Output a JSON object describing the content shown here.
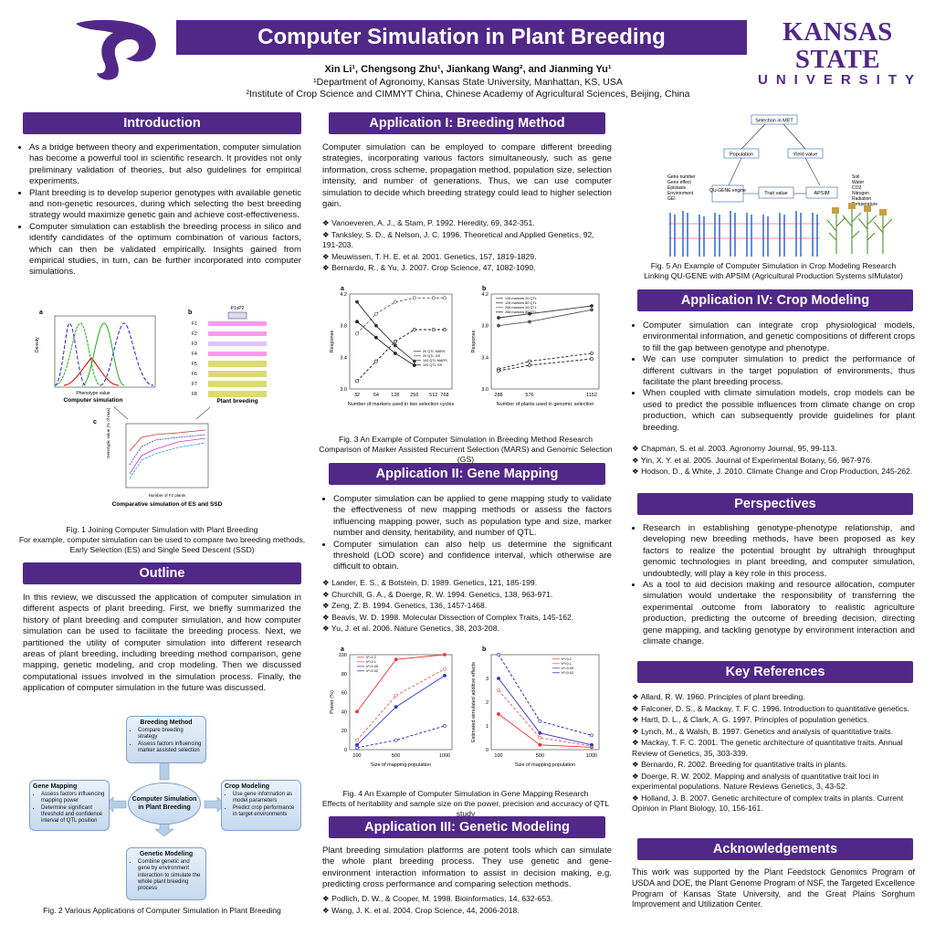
{
  "header": {
    "title": "Computer Simulation in Plant Breeding",
    "authors": "Xin Li¹, Chengsong Zhu¹, Jiankang Wang², and Jianming Yu¹",
    "affil1": "¹Department of Agronomy, Kansas State University, Manhattan, KS, USA",
    "affil2": "²Institute of Crop Science and CIMMYT China, Chinese Academy of Agricultural Sciences, Beijing, China",
    "logo_line1": "KANSAS STATE",
    "logo_line2": "UNIVERSITY"
  },
  "colors": {
    "brand_purple": "#512888",
    "box_blue": "#c5d9ef"
  },
  "introduction": {
    "heading": "Introduction",
    "bullets": [
      "As a bridge between theory and experimentation, computer simulation has become a powerful tool in scientific research. It provides not only preliminary validation of theories, but also guidelines for empirical experiments.",
      "Plant breeding is to develop superior genotypes with available genetic and non-genetic resources, during which selecting the best breeding strategy would maximize genetic gain and achieve cost-effectiveness.",
      "Computer simulation can establish the breeding process in silico and identify candidates of the optimum combination of various factors, which can then be validated empirically. Insights gained from empirical studies, in turn, can be further incorporated into computer simulations."
    ],
    "fig1_a_label": "a",
    "fig1_b_label": "b",
    "fig1_c_label": "c",
    "fig1_a_caption": "Computer simulation",
    "fig1_b_caption": "Plant breeding",
    "fig1_c_caption": "Comparative simulation of ES and SSD",
    "fig1_caption_title": "Fig. 1 Joining Computer Simulation with Plant Breeding",
    "fig1_caption_body": "For example, computer simulation can be used to compare two breeding methods, Early Selection (ES) and Single Seed Descent (SSD)",
    "fig1a_ylabel": "Density",
    "fig1a_xlabel": "Phenotype value",
    "fig1b_parent": "P1xP2",
    "fig1b_gens": [
      "F1",
      "F2",
      "F3",
      "F4",
      "F5",
      "F6",
      "F7",
      "F8"
    ],
    "fig1c_xlabel": "Number of F2 plants",
    "fig1c_ylabel": "Genotypic value (% of max)"
  },
  "outline": {
    "heading": "Outline",
    "text": "In this review, we discussed the application of computer simulation in different aspects of plant breeding. First, we briefly summarized the history of plant breeding and computer simulation, and how computer simulation can be used to facilitate the breeding process. Next, we partitioned the utility of computer simulation into different research areas of plant breeding, including breeding method comparison, gene mapping, genetic modeling, and crop modeling. Then we discussed computational issues involved in the simulation process. Finally, the application of computer simulation in the future was discussed.",
    "fig2_center": "Computer Simulation in Plant Breeding",
    "fig2_top_title": "Breeding Method",
    "fig2_top_items": [
      "Compare breeding strategy",
      "Assess factors influencing marker assisted selection"
    ],
    "fig2_left_title": "Gene Mapping",
    "fig2_left_items": [
      "Assess factors influencing mapping power",
      "Determine significant threshold and confidence interval of QTL position"
    ],
    "fig2_right_title": "Crop Modeling",
    "fig2_right_items": [
      "Use gene information as model parameters",
      "Predict crop performance in target environments"
    ],
    "fig2_bottom_title": "Genetic Modeling",
    "fig2_bottom_items": [
      "Combine genetic and gene by environment interaction to simulate the whole plant breeding process"
    ],
    "fig2_caption": "Fig. 2 Various Applications of Computer Simulation in Plant Breeding"
  },
  "app1": {
    "heading": "Application I: Breeding Method",
    "text": "Computer simulation can be employed to compare different breeding strategies, incorporating various factors simultaneously, such as gene information, cross scheme, propagation method, population size, selection intensity, and number of generations. Thus, we can use computer simulation to decide which breeding strategy could lead to higher selection gain.",
    "refs": [
      "❖ Vanoeveren, A. J., & Stam, P. 1992. Heredity, 69, 342-351.",
      "❖ Tanksley, S. D., & Nelson, J. C. 1996. Theoretical and Applied Genetics, 92, 191-203.",
      "❖ Meuwissen, T. H. E. et al. 2001. Genetics, 157, 1819-1829.",
      "❖ Bernardo, R., & Yu, J. 2007. Crop Science, 47, 1082-1090."
    ],
    "fig3_caption_title": "Fig. 3 An Example of Computer Simulation in Breeding Method Research",
    "fig3_caption_body": "Comparison of Marker Assisted Recurrent Selection (MARS) and Genomic Selection (GS)"
  },
  "app2": {
    "heading": "Application II: Gene Mapping",
    "bullets": [
      "Computer simulation can be applied to gene mapping study to validate the effectiveness of new mapping methods or assess the factors influencing mapping power, such as population type and size, marker number and density, heritability, and number of QTL.",
      "Computer simulation can also help us determine the significant threshold (LOD score) and confidence interval, which otherwise are difficult to obtain."
    ],
    "refs": [
      "❖ Lander, E. S., & Botstein, D. 1989. Genetics, 121, 185-199.",
      "❖ Churchill, G. A., & Doerge, R. W. 1994. Genetics, 138, 963-971.",
      "❖ Zeng, Z. B. 1994. Genetics, 136, 1457-1468.",
      "❖ Beavis, W. D. 1998. Molecular Dissection of Complex Traits, 145-162.",
      "❖ Yu, J. et al. 2006. Nature Genetics, 38, 203-208."
    ],
    "fig4_caption_title": "Fig. 4 An Example of Computer Simulation in Gene Mapping Research",
    "fig4_caption_body": "Effects of heritability and sample size on the power, precision and accuracy of QTL study"
  },
  "app3": {
    "heading": "Application III: Genetic Modeling",
    "text": "Plant breeding simulation platforms are potent tools which can simulate the whole plant breeding process. They use genetic and gene-environment interaction information to assist in decision making, e.g. predicting cross performance and comparing selection methods.",
    "refs": [
      "❖ Podlich, D. W., & Cooper, M. 1998. Bioinformatics, 14, 632-653.",
      "❖ Wang, J. K. et al. 2004. Crop Science, 44, 2006-2018."
    ]
  },
  "fig5": {
    "selection": "Selection in MET",
    "population": "Population",
    "yield": "Yield value",
    "left_list": "Gene number\nGene effect\nEpistasis\nEnvironment\nGEI",
    "engine": "QU-GENE engine",
    "trait": "Trait value",
    "apsim": "APSIM",
    "right_list": "Soil\nWater\nCO2\nNitrogen\nRadiation\nTemperature",
    "caption_title": "Fig. 5 An Example of Computer Simulation in Crop Modeling Research",
    "caption_body": "Linking QU-GENE with APSIM (Agricultural Production Systems sIMulator)"
  },
  "app4": {
    "heading": "Application IV: Crop Modeling",
    "bullets": [
      "Computer simulation can integrate crop physiological models, environmental information, and genetic compositions of different crops to fill the gap between genotype and phenotype.",
      "We can use computer simulation to predict the performance of different cultivars in the target population of environments, thus facilitate the plant breeding process.",
      "When coupled with climate simulation models, crop models can be used to predict the possible influences from climate change on crop production, which can subsequently provide guidelines for plant breeding."
    ],
    "refs": [
      "❖ Chapman, S. et al. 2003. Agronomy Journal, 95, 99-113.",
      "❖ Yin, X. Y. et al. 2005. Journal of Experimental Botany, 56, 967-976.",
      "❖ Hodson, D., & White, J. 2010. Climate Change and Crop Production, 245-262."
    ]
  },
  "perspectives": {
    "heading": "Perspectives",
    "bullets": [
      "Research in establishing genotype-phenotype relationship, and developing new breeding methods, have been proposed as key factors to realize the potential brought by ultrahigh throughput genomic technologies in plant breeding, and computer simulation, undoubtedly, will play a key role in this process.",
      "As a tool to aid decision making and resource allocation, computer simulation would undertake the responsibility of transferring the experimental outcome from laboratory to realistic agriculture production, predicting the outcome of breeding decision, directing gene mapping, and tackling genotype by environment interaction and climate change."
    ]
  },
  "key_refs": {
    "heading": "Key References",
    "items": [
      "❖ Allard, R. W. 1960. Principles of plant breeding.",
      "❖ Falconer, D. S., & Mackay, T. F. C. 1996. Introduction to quantitative genetics.",
      "❖ Hartl, D. L., & Clark, A. G. 1997. Principles of population genetics.",
      "❖ Lynch, M., & Walsh, B. 1997. Genetics and analysis of quantitative traits.",
      "❖ Mackay, T. F. C. 2001. The genetic architecture of quantitative traits. Annual Review of Genetics, 35, 303-339.",
      "❖ Bernardo, R. 2002. Breeding for quantitative traits in plants.",
      "❖ Doerge, R. W. 2002. Mapping and analysis of quantitative trait loci in experimental populations. Nature Reviews Genetics, 3, 43-52.",
      "❖ Holland, J. B. 2007. Genetic architecture of complex traits in plants. Current Opinion in Plant Biology, 10, 156-161."
    ]
  },
  "ack": {
    "heading": "Acknowledgements",
    "text": "This work was supported by the Plant Feedstock Genomics Program of USDA and DOE, the Plant Genome Program of NSF, the Targeted Excellence Program of Kansas State University, and the Great Plains Sorghum Improvement and Utilization Center."
  },
  "chart_data": [
    {
      "type": "line",
      "panel": "a",
      "figure": "Fig. 3",
      "x": [
        32,
        64,
        128,
        256,
        512,
        768
      ],
      "xlabel": "Number of markers used in two selection cycles",
      "ylabel": "Response",
      "ylim": [
        3.0,
        4.2
      ],
      "yticks": [
        "3.0",
        "3.4",
        "3.8",
        "4.2"
      ],
      "series": [
        {
          "name": "20 QTL MARS",
          "values": [
            3.85,
            3.65,
            3.45,
            3.3,
            null,
            null
          ]
        },
        {
          "name": "20 QTL GS",
          "values": [
            3.7,
            3.95,
            4.1,
            4.15,
            4.15,
            4.15
          ]
        },
        {
          "name": "100 QTL MARS",
          "values": [
            4.1,
            3.8,
            3.55,
            3.35,
            null,
            null
          ]
        },
        {
          "name": "100 QTL GS",
          "values": [
            3.1,
            3.35,
            3.6,
            3.75,
            3.75,
            3.75
          ]
        }
      ]
    },
    {
      "type": "line",
      "panel": "b",
      "figure": "Fig. 3",
      "x": [
        288,
        576,
        1152
      ],
      "xlabel": "Number of plants used in genomic selection",
      "ylabel": "Response",
      "ylim": [
        3.0,
        4.2
      ],
      "yticks": [
        "3.0",
        "3.4",
        "3.8",
        "4.2"
      ],
      "series": [
        {
          "name": "128 markers 20 QTL",
          "values": [
            3.9,
            3.95,
            4.05
          ]
        },
        {
          "name": "128 markers 80 QTL",
          "values": [
            3.25,
            3.35,
            3.45
          ]
        },
        {
          "name": "256 markers 20 QTL",
          "values": [
            3.8,
            3.85,
            4.0
          ]
        },
        {
          "name": "256 markers 80 QTL",
          "values": [
            3.23,
            3.3,
            3.38
          ]
        }
      ]
    },
    {
      "type": "line",
      "panel": "a",
      "figure": "Fig. 4",
      "x": [
        100,
        500,
        1000
      ],
      "xlabel": "Size of mapping population",
      "ylabel": "Power (%)",
      "ylim": [
        0,
        100
      ],
      "yticks": [
        "0",
        "20",
        "40",
        "60",
        "80",
        "100"
      ],
      "series": [
        {
          "name": "h²=0.2",
          "values": [
            40,
            95,
            100
          ]
        },
        {
          "name": "h²=0.1",
          "values": [
            10,
            57,
            85
          ]
        },
        {
          "name": "h²=0.05",
          "values": [
            5,
            45,
            78
          ]
        },
        {
          "name": "h²=0.02",
          "values": [
            2,
            10,
            25
          ]
        }
      ]
    },
    {
      "type": "line",
      "panel": "b",
      "figure": "Fig. 4",
      "x": [
        100,
        500,
        1000
      ],
      "xlabel": "Size of mapping population",
      "ylabel": "Estimated-simulated additive effects",
      "ylim": [
        0,
        4
      ],
      "yticks": [
        "0",
        "1",
        "2",
        "3"
      ],
      "series": [
        {
          "name": "h²=0.2",
          "values": [
            1.5,
            0.2,
            0.1
          ]
        },
        {
          "name": "h²=0.1",
          "values": [
            2.5,
            0.5,
            0.15
          ]
        },
        {
          "name": "h²=0.05",
          "values": [
            3.0,
            0.7,
            0.2
          ]
        },
        {
          "name": "h²=0.02",
          "values": [
            4.0,
            1.2,
            0.6
          ]
        }
      ]
    }
  ]
}
